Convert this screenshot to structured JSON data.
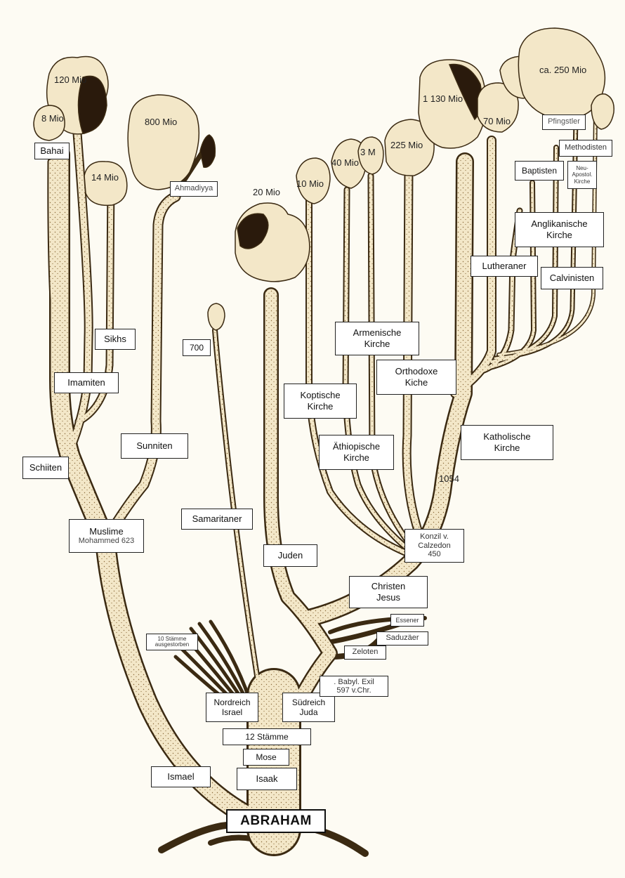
{
  "tree": {
    "root": "ABRAHAM",
    "trunk": {
      "isaak": "Isaak",
      "mose": "Mose",
      "stamme": "12 Stämme",
      "ismael": "Ismael"
    },
    "israel": {
      "nordreich": [
        "Nordreich",
        "Israel"
      ],
      "sudreich": [
        "Südreich",
        "Juda"
      ],
      "zehn_stamme": [
        "10 Stämme",
        "ausgestorben"
      ],
      "exil": [
        ". Babyl. Exil",
        "597 v.Chr."
      ]
    },
    "judaism": {
      "juden": "Juden",
      "samaritaner": "Samaritaner",
      "samaritaner_count": "700",
      "juden_count": "20 Mio",
      "zeloten": "Zeloten",
      "saduzaer": "Saduzäer",
      "essener": "Essener"
    },
    "christianity": {
      "christen": [
        "Christen",
        "Jesus"
      ],
      "konzil": [
        "Konzil v.",
        "Calzedon",
        "450"
      ],
      "year_1054": "1054",
      "katholische": [
        "Katholische",
        "Kirche"
      ],
      "orthodoxe": [
        "Orthodoxe",
        "Kiche"
      ],
      "armenische": [
        "Armenische",
        "Kirche"
      ],
      "koptische": [
        "Koptische",
        "Kirche"
      ],
      "athiopische": [
        "Äthiopische",
        "Kirche"
      ],
      "lutheraner": "Lutheraner",
      "calvinisten": "Calvinisten",
      "anglikanische": [
        "Anglikanische",
        "Kirche"
      ],
      "baptisten": "Baptisten",
      "neuapostol": [
        "Neu-",
        "Apostol.",
        "Kirche"
      ],
      "methodisten": "Methodisten",
      "pfingstler": "Pfingstler",
      "counts": {
        "koptische": "10 Mio",
        "athiopische": "40 Mio",
        "armenische": "3 M",
        "orthodoxe": "225 Mio",
        "katholische": "1 130 Mio",
        "protestant": "70 Mio",
        "free_churches": "ca. 250 Mio"
      }
    },
    "islam": {
      "muslime": [
        "Muslime",
        "Mohammed 623"
      ],
      "schiiten": "Schiiten",
      "sunniten": "Sunniten",
      "imamiten": "Imamiten",
      "sikhs": "Sikhs",
      "bahai": "Bahai",
      "ahmadiyya": "Ahmadiyya",
      "counts": {
        "imamiten": "120 Mio",
        "bahai": "8 Mio",
        "sikhs": "14 Mio",
        "sunniten": "800 Mio"
      }
    }
  },
  "colors": {
    "background": "#fdfbf3",
    "trunk_fill": "#f3e7c8",
    "ink": "#3b2a12",
    "dense_foliage": "#2a1a0c"
  }
}
